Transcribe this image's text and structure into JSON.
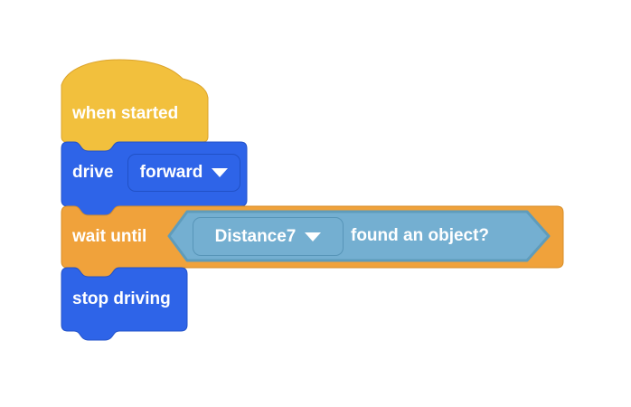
{
  "app": {
    "name": "block coding workspace"
  },
  "colors": {
    "canvas_bg": "#FFFFFF",
    "hat_yellow": "#F2C03D",
    "hat_yellow_border": "#DCA42C",
    "action_blue": "#2E64E8",
    "action_blue_border": "#2252C9",
    "wait_orange": "#F0A23B",
    "wait_orange_border": "#D88E27",
    "boolean_blue": "#74AFD1",
    "boolean_blue_border": "#5F9CBB",
    "label_text": "#FFFFFF"
  },
  "blocks": {
    "when_started": {
      "label": "when started"
    },
    "drive": {
      "label": "drive",
      "direction_value": "forward"
    },
    "wait_until": {
      "label": "wait until",
      "condition": {
        "sensor_value": "Distance7",
        "label": "found an object?"
      }
    },
    "stop_driving": {
      "label": "stop driving"
    }
  }
}
